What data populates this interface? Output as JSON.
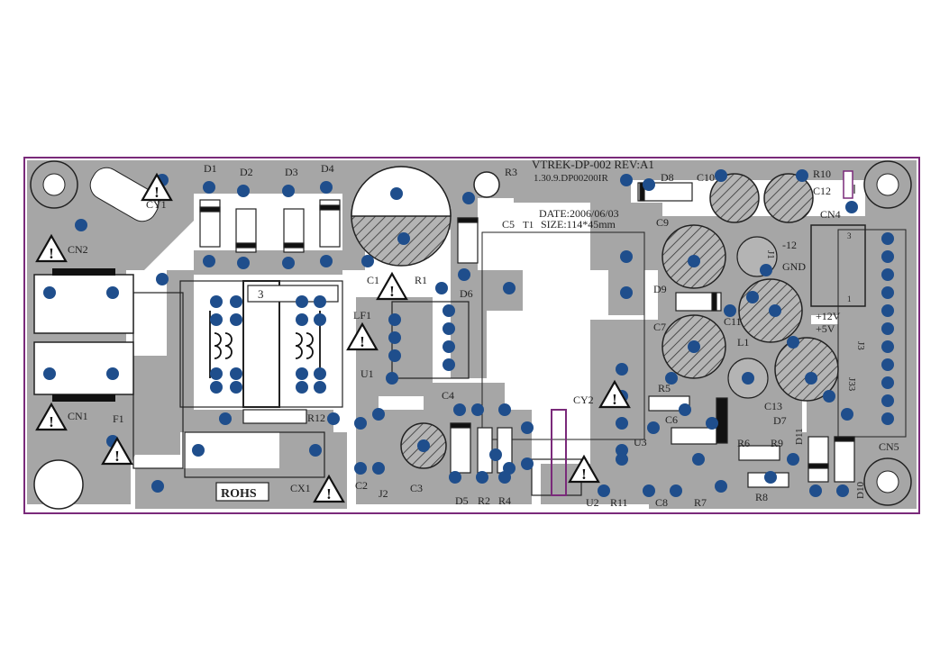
{
  "board": {
    "title": "VTREK-DP-002 REV:A1",
    "part_number": "1.30.9.DP00200IR",
    "date": "DATE:2006/06/03",
    "size": "SIZE:114*45mm",
    "rohs": "ROHS",
    "colors": {
      "copper": "#a6a6a6",
      "outline": "#7a2a7a",
      "pad": "#1f4e8c",
      "silk": "#222222",
      "background": "#ffffff"
    }
  },
  "labels": {
    "D1": "D1",
    "D2": "D2",
    "D3": "D3",
    "D4": "D4",
    "CY1": "CY1",
    "CN2": "CN2",
    "CN1": "CN1",
    "F1": "F1",
    "C1": "C1",
    "R1": "R1",
    "D6": "D6",
    "LF1": "LF1",
    "U1": "U1",
    "R3": "R3",
    "C5": "C5",
    "T1": "T1",
    "D8": "D8",
    "C10": "C10",
    "R10": "R10",
    "C12": "C12",
    "CN4": "CN4",
    "C9": "C9",
    "minus12": "-12",
    "GND": "GND",
    "J1": "J1",
    "D9": "D9",
    "C11": "C11",
    "plus12v": "+12V",
    "plus5v": "+5V",
    "C7": "C7",
    "L1": "L1",
    "J3": "J3",
    "J33": "J33",
    "R12": "R12",
    "CX1": "CX1",
    "C4": "C4",
    "CY2": "CY2",
    "R5": "R5",
    "C6": "C6",
    "C13": "C13",
    "D7": "D7",
    "U3": "U3",
    "R6": "R6",
    "R9": "R9",
    "D11": "D11",
    "CN5": "CN5",
    "C2": "C2",
    "J2": "J2",
    "C3": "C3",
    "D5": "D5",
    "R2": "R2",
    "R4": "R4",
    "U2": "U2",
    "R11": "R11",
    "C8": "C8",
    "R7": "R7",
    "R8": "R8",
    "D10": "D10",
    "three": "3"
  }
}
